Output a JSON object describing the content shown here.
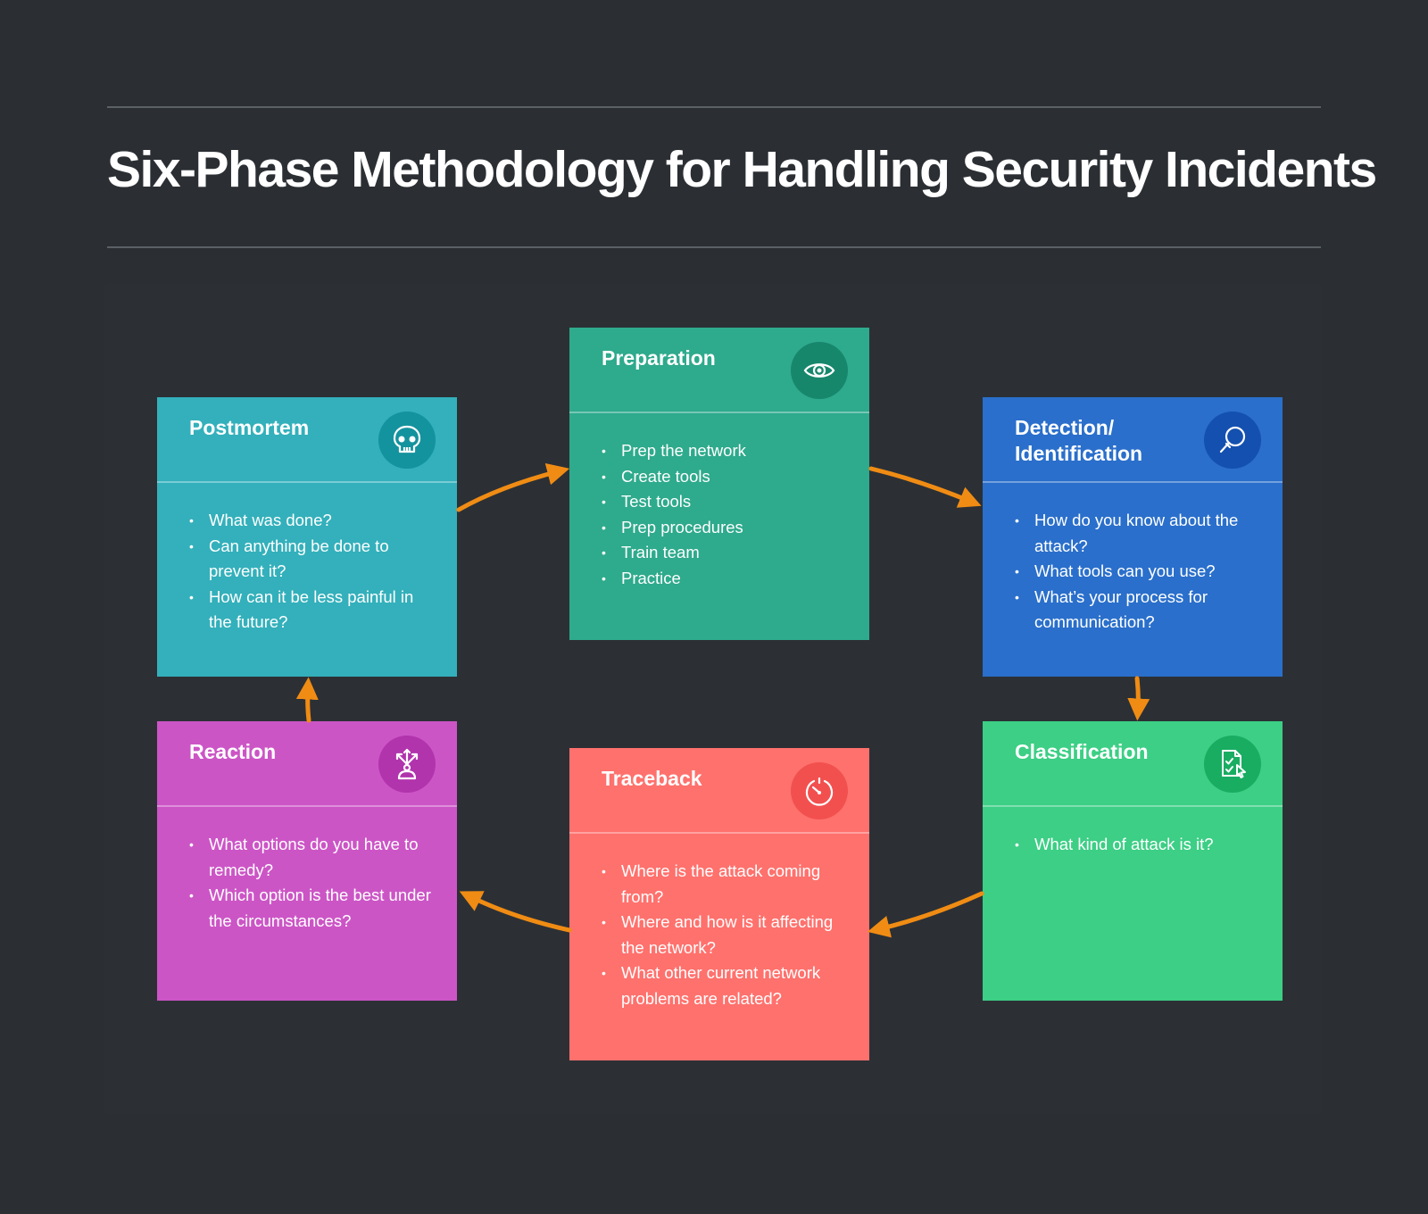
{
  "title": "Six-Phase Methodology for Handling Security Incidents",
  "colors": {
    "background": "#2b2f33",
    "arrow": "#f08c14",
    "preparation": "#2eaa8c",
    "detection": "#2a6fcb",
    "classification": "#3ccf85",
    "traceback": "#ff716d",
    "reaction": "#cc55c6",
    "postmortem": "#33b0bb"
  },
  "phases": {
    "preparation": {
      "title": "Preparation",
      "icon": "eye-icon",
      "items": [
        "Prep the network",
        "Create tools",
        "Test tools",
        "Prep procedures",
        "Train team",
        "Practice"
      ]
    },
    "detection": {
      "title": "Detection/ Identification",
      "icon": "magnifier-icon",
      "items": [
        "How do you know about the attack?",
        "What tools can you use?",
        "What’s your process for communication?"
      ]
    },
    "classification": {
      "title": "Classification",
      "icon": "checklist-document-icon",
      "items": [
        "What kind of attack is it?"
      ]
    },
    "traceback": {
      "title": "Traceback",
      "icon": "gauge-icon",
      "items": [
        "Where is the attack coming from?",
        "Where and how is it affecting the network?",
        "What other current network problems are related?"
      ]
    },
    "reaction": {
      "title": "Reaction",
      "icon": "branching-person-icon",
      "items": [
        "What options do you have to remedy?",
        "Which option is the best under the circumstances?"
      ]
    },
    "postmortem": {
      "title": "Postmortem",
      "icon": "skull-icon",
      "items": [
        "What was done?",
        "Can anything be done to prevent it?",
        "How can it be less painful in the future?"
      ]
    }
  }
}
